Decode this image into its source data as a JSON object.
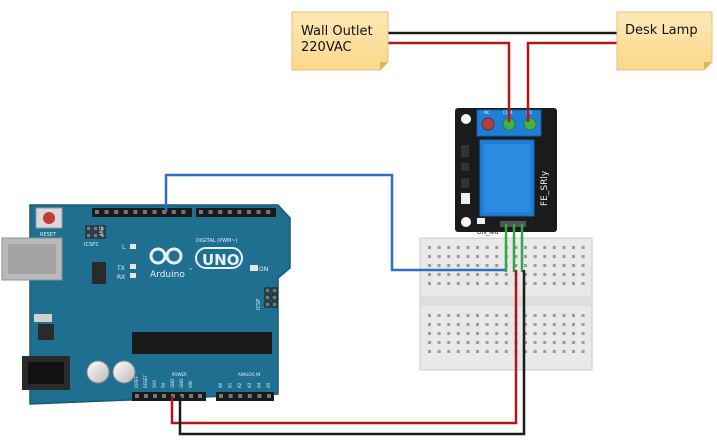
{
  "diagram": {
    "notes": {
      "outlet_line1": "Wall Outlet",
      "outlet_line2": "220VAC",
      "lamp": "Desk Lamp"
    },
    "arduino": {
      "brand": "Arduino",
      "trademark": "™",
      "model": "UNO",
      "reset_label": "RESET",
      "icsp2_label": "ICSP2",
      "icsp_label": "ICSP",
      "led_l": "L",
      "led_tx": "TX",
      "led_rx": "RX",
      "on_label": "ON",
      "digital_label": "DIGITAL (PWM~)",
      "aref_label": "AREF",
      "power_label": "POWER",
      "analog_label": "ANALOG IN",
      "power_pins": [
        "IOREF",
        "RESET",
        "3V3",
        "5V",
        "GND",
        "GND",
        "VIN"
      ],
      "analog_pins": [
        "A0",
        "A1",
        "A2",
        "A3",
        "A4",
        "A5"
      ]
    },
    "relay": {
      "label": "FE_SRly",
      "on_led_label": "ON_led",
      "terminal_labels": [
        "NC",
        "COM",
        "NO"
      ]
    },
    "colors": {
      "board": "#1f6f91",
      "board_edge": "#155a77",
      "relay_blue": "#1e7fd6",
      "wire_black": "#1a1a1a",
      "wire_red": "#b01818",
      "wire_blue": "#2f6fc8",
      "wire_green": "#2ea84a",
      "note_fill": "#fde4a8",
      "breadboard": "#e9e9e9"
    }
  }
}
